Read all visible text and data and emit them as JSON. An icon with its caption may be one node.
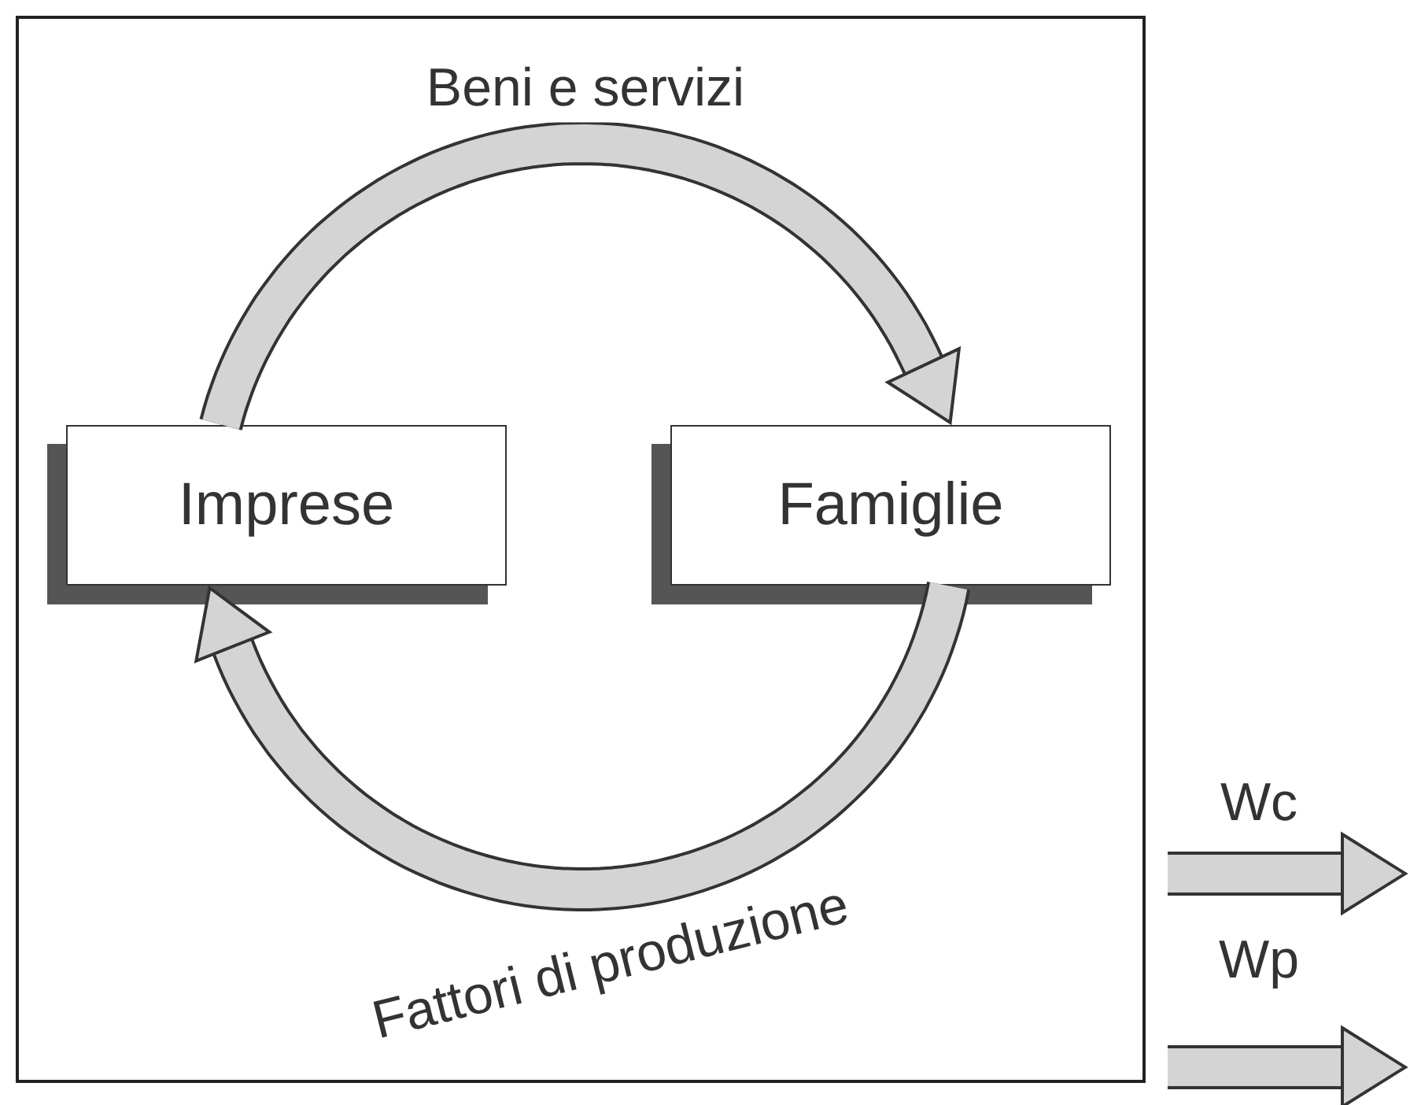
{
  "diagram": {
    "nodes": [
      {
        "text": [],
        "shape": "box"
      },
      {
        "text": [
          "Imprese"
        ],
        "in": 0
      },
      {
        "text": [
          "Famiglie"
        ],
        "in": 0
      }
    ],
    "edges": [
      {
        "from": 1,
        "to": 2,
        "arrow": "to",
        "label": "Beni e servizi"
      },
      {
        "from": 2,
        "to": 1,
        "arrow": "to",
        "label": "Fattori di produzione"
      },
      {
        "from": 0,
        "to": null,
        "arrow": "to",
        "label": "Wc"
      },
      {
        "from": 0,
        "to": null,
        "arrow": "to",
        "label": "Wp"
      }
    ]
  }
}
